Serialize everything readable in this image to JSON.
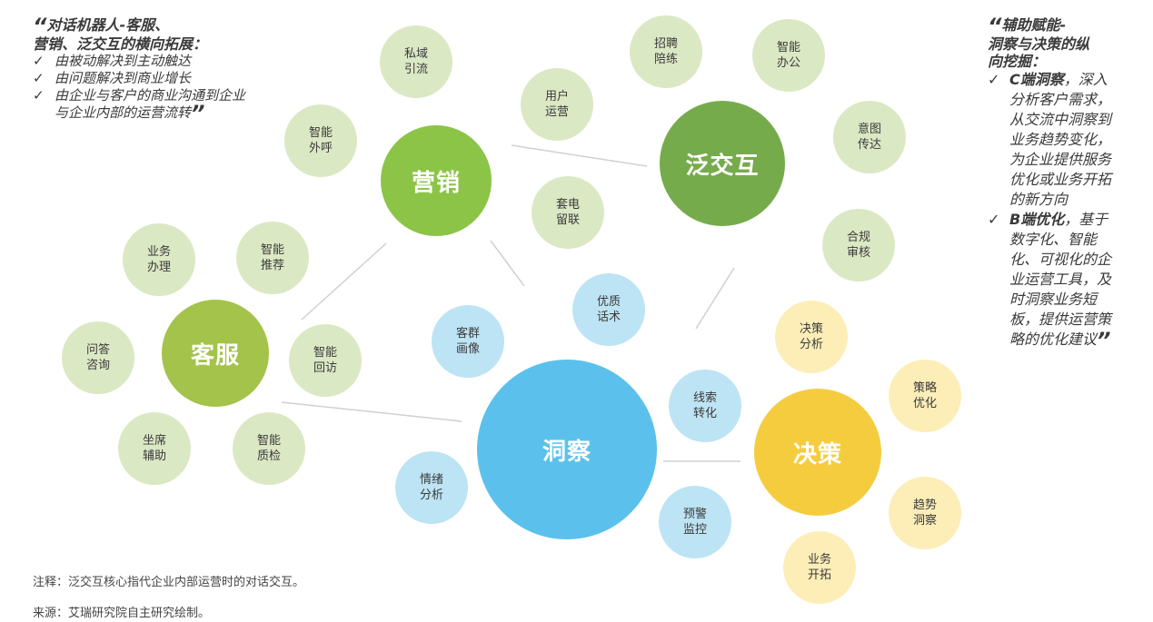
{
  "left_box": {
    "title": "对话机器人-客服、\n营销、泛交互的横向拓展：",
    "items": [
      "由被动解决到主动触达",
      "由问题解决到商业增长",
      "由企业与客户的商业沟通到企业与企业内部的运营流转"
    ]
  },
  "right_box": {
    "title": "辅助赋能-\n洞察与决策的纵\n向挖掘：",
    "items": [
      {
        "bold": "C端洞察",
        "text": "，深入分析客户需求，从交流中洞察到业务趋势变化，为企业提供服务优化或业务开拓的新方向"
      },
      {
        "bold": "B端优化",
        "text": "，基于数字化、智能化、可视化的企业运营工具，及时洞察业务短板，提供运营策略的优化建议"
      }
    ]
  },
  "check_mark": "✓",
  "quote_open": "“",
  "quote_close": "”",
  "main_nodes": {
    "marketing": {
      "label": "营销",
      "color": "#8cc448"
    },
    "interaction": {
      "label": "泛交互",
      "color": "#76ab4c"
    },
    "service": {
      "label": "客服",
      "color": "#a4c34a"
    },
    "insight": {
      "label": "洞察",
      "color": "#5bc1ec"
    },
    "decision": {
      "label": "决策",
      "color": "#f6cc3f"
    }
  },
  "small_nodes": {
    "private_domain": "私域\n引流",
    "smart_outbound": "智能\n外呼",
    "user_ops": "用户\n运营",
    "package_retention": "套电\n留联",
    "recruit_training": "招聘\n陪练",
    "smart_office": "智能\n办公",
    "intent_relay": "意图\n传达",
    "compliance_review": "合规\n审核",
    "business_handling": "业务\n办理",
    "smart_recommend": "智能\n推荐",
    "qa_consult": "问答\n咨询",
    "smart_callback": "智能\n回访",
    "seat_assist": "坐席\n辅助",
    "smart_qc": "智能\n质检",
    "quality_script": "优质\n话术",
    "customer_portrait": "客群\n画像",
    "lead_conversion": "线索\n转化",
    "emotion_analysis": "情绪\n分析",
    "early_warning": "预警\n监控",
    "decision_analysis": "决策\n分析",
    "strategy_optimize": "策略\n优化",
    "trend_insight": "趋势\n洞察",
    "business_expand": "业务\n开拓"
  },
  "notes": {
    "note": "注释：泛交互核心指代企业内部运营时的对话交互。",
    "source": "来源：艾瑞研究院自主研究绘制。"
  }
}
